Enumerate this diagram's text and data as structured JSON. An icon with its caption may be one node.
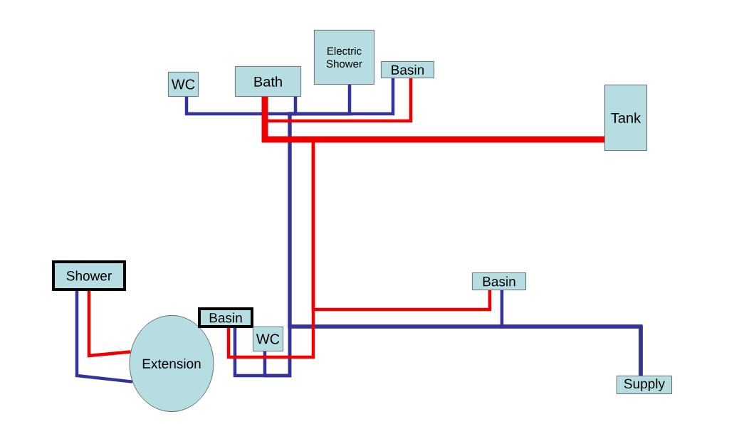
{
  "diagram": {
    "nodes": [
      {
        "text": [
          "WC"
        ]
      },
      {
        "text": [
          "Bath"
        ]
      },
      {
        "text": [
          "Electric Shower"
        ]
      },
      {
        "text": [
          "Basin"
        ]
      },
      {
        "text": [
          "Tank"
        ]
      },
      {
        "text": [
          "Shower"
        ]
      },
      {
        "text": [
          "Extension"
        ]
      },
      {
        "text": [
          "Basin"
        ]
      },
      {
        "text": [
          "WC"
        ]
      },
      {
        "text": [
          "Basin"
        ]
      },
      {
        "text": [
          "Supply"
        ]
      }
    ],
    "edges": [
      {
        "from": 10,
        "to": 9,
        "arrow": "none"
      },
      {
        "from": 10,
        "to": 0,
        "arrow": "none"
      },
      {
        "from": 10,
        "to": 1,
        "arrow": "none"
      },
      {
        "from": 10,
        "to": 2,
        "arrow": "none"
      },
      {
        "from": 10,
        "to": 3,
        "arrow": "none"
      },
      {
        "from": 10,
        "to": 8,
        "arrow": "none"
      },
      {
        "from": 10,
        "to": 7,
        "arrow": "none"
      },
      {
        "from": 5,
        "to": 6,
        "arrow": "none"
      },
      {
        "from": 4,
        "to": 1,
        "arrow": "none",
        "style": "thick",
        "color": "#ee0000"
      },
      {
        "from": 4,
        "to": 3,
        "arrow": "none",
        "color": "#ee0000"
      },
      {
        "from": 4,
        "to": 9,
        "arrow": "none",
        "color": "#ee0000"
      },
      {
        "from": 4,
        "to": 7,
        "arrow": "none",
        "color": "#ee0000"
      },
      {
        "from": 5,
        "to": 6,
        "arrow": "none",
        "color": "#ee0000"
      }
    ]
  }
}
